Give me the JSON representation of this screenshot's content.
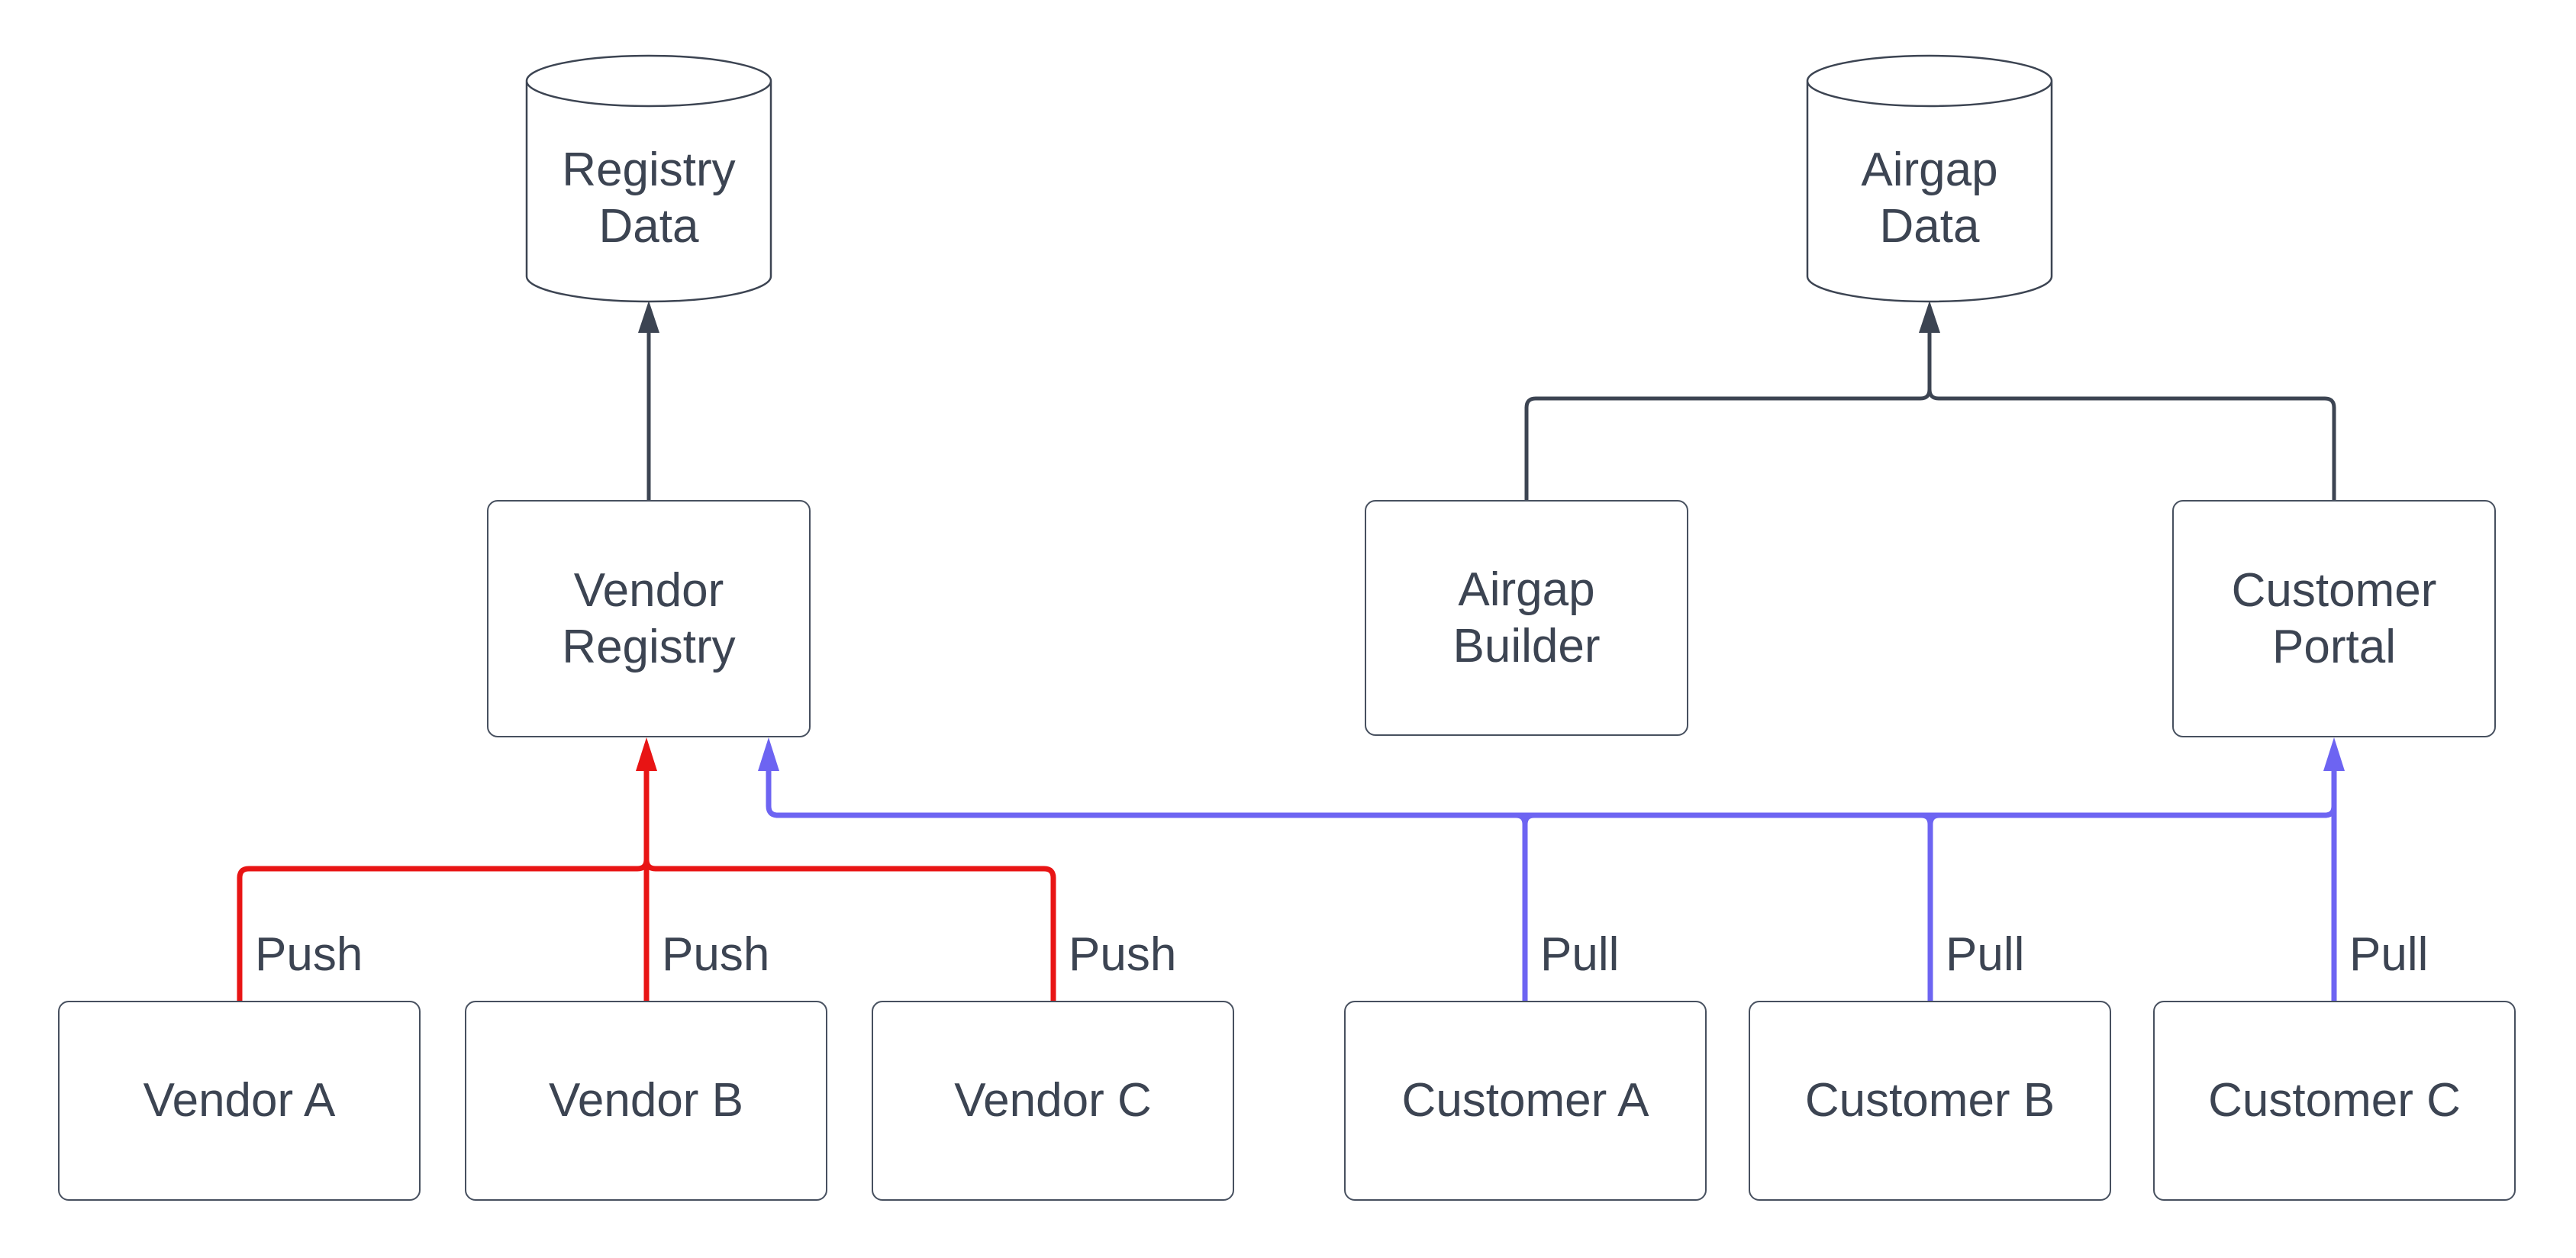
{
  "colors": {
    "ink": "#3c4452",
    "push": "#e81414",
    "pull": "#6d64f2",
    "node_fill": "#ffffff",
    "background": "#ffffff"
  },
  "nodes": {
    "registry_data": {
      "shape": "cylinder",
      "lines": [
        "Registry",
        "Data"
      ]
    },
    "airgap_data": {
      "shape": "cylinder",
      "lines": [
        "Airgap",
        "Data"
      ]
    },
    "vendor_registry": {
      "shape": "box",
      "lines": [
        "Vendor",
        "Registry"
      ]
    },
    "airgap_builder": {
      "shape": "box",
      "lines": [
        "Airgap",
        "Builder"
      ]
    },
    "customer_portal": {
      "shape": "box",
      "lines": [
        "Customer",
        "Portal"
      ]
    },
    "vendor_a": {
      "shape": "box",
      "lines": [
        "Vendor A"
      ]
    },
    "vendor_b": {
      "shape": "box",
      "lines": [
        "Vendor B"
      ]
    },
    "vendor_c": {
      "shape": "box",
      "lines": [
        "Vendor C"
      ]
    },
    "customer_a": {
      "shape": "box",
      "lines": [
        "Customer A"
      ]
    },
    "customer_b": {
      "shape": "box",
      "lines": [
        "Customer B"
      ]
    },
    "customer_c": {
      "shape": "box",
      "lines": [
        "Customer C"
      ]
    }
  },
  "edge_labels": {
    "push": [
      "Push",
      "Push",
      "Push"
    ],
    "pull": [
      "Pull",
      "Pull",
      "Pull"
    ]
  }
}
